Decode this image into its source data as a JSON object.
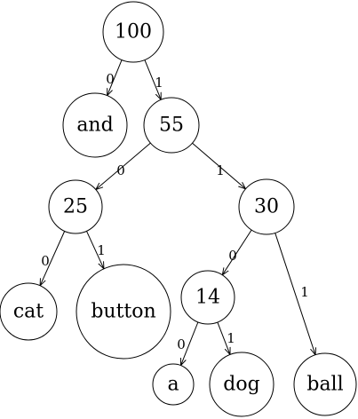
{
  "tree": {
    "nodes": [
      {
        "id": "n100",
        "label": "100"
      },
      {
        "id": "and",
        "label": "and"
      },
      {
        "id": "n55",
        "label": "55"
      },
      {
        "id": "n25",
        "label": "25"
      },
      {
        "id": "n30",
        "label": "30"
      },
      {
        "id": "cat",
        "label": "cat"
      },
      {
        "id": "button",
        "label": "button"
      },
      {
        "id": "n14",
        "label": "14"
      },
      {
        "id": "ball",
        "label": "ball"
      },
      {
        "id": "a",
        "label": "a"
      },
      {
        "id": "dog",
        "label": "dog"
      }
    ],
    "edges": [
      {
        "id": "e1",
        "from": "n100",
        "to": "and",
        "label": "0"
      },
      {
        "id": "e2",
        "from": "n100",
        "to": "n55",
        "label": "1"
      },
      {
        "id": "e3",
        "from": "n55",
        "to": "n25",
        "label": "0"
      },
      {
        "id": "e4",
        "from": "n55",
        "to": "n30",
        "label": "1"
      },
      {
        "id": "e5",
        "from": "n25",
        "to": "cat",
        "label": "0"
      },
      {
        "id": "e6",
        "from": "n25",
        "to": "button",
        "label": "1"
      },
      {
        "id": "e7",
        "from": "n30",
        "to": "n14",
        "label": "0"
      },
      {
        "id": "e8",
        "from": "n30",
        "to": "ball",
        "label": "1"
      },
      {
        "id": "e9",
        "from": "n14",
        "to": "a",
        "label": "0"
      },
      {
        "id": "e10",
        "from": "n14",
        "to": "dog",
        "label": "1"
      }
    ]
  }
}
